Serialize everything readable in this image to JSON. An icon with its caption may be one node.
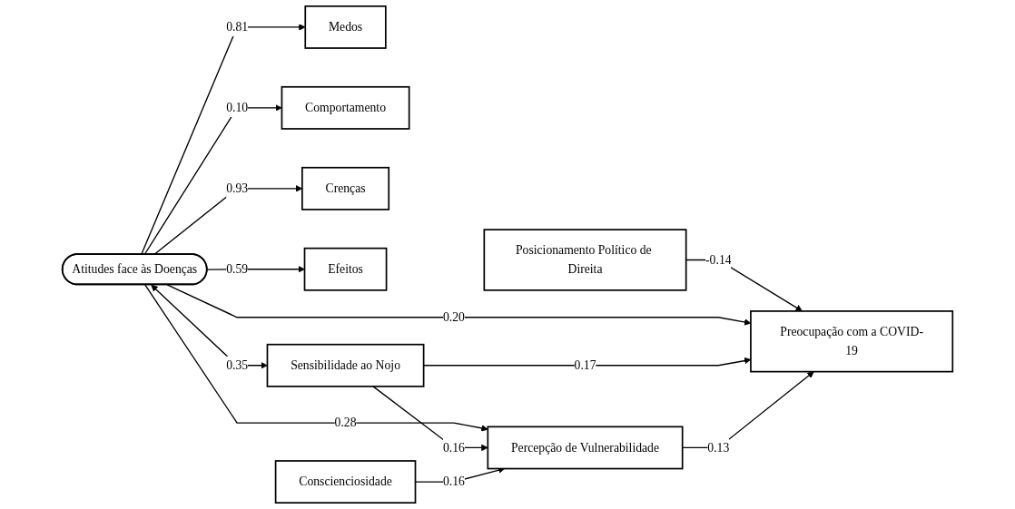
{
  "diagram": {
    "nodes": [
      {
        "text": [
          "Posicionamento Político de Direita"
        ]
      },
      {
        "text": [
          "Medos"
        ]
      },
      {
        "text": [
          "Preocupação com a COVID-19"
        ]
      },
      {
        "text": [
          "Comportamento"
        ]
      },
      {
        "text": [
          "Atitudes face às Doenças"
        ]
      },
      {
        "text": [
          "Crenças"
        ]
      },
      {
        "text": [
          "Efeitos"
        ]
      },
      {
        "text": [
          "Sensibilidade ao Nojo"
        ]
      },
      {
        "text": [
          "Percepção de Vulnerabilidade"
        ]
      },
      {
        "text": [
          "Conscienciosidade"
        ]
      }
    ],
    "edges": [
      {
        "from": 4,
        "to": 1,
        "arrow": "to",
        "label": "0.81"
      },
      {
        "from": 4,
        "to": 3,
        "arrow": "to",
        "label": "0.10"
      },
      {
        "from": 4,
        "to": 5,
        "arrow": "to",
        "label": "0.93"
      },
      {
        "from": 4,
        "to": 6,
        "arrow": "to",
        "label": "0.59"
      },
      {
        "from": 0,
        "to": 2,
        "arrow": "to",
        "label": "-0.14"
      },
      {
        "from": 4,
        "to": 2,
        "arrow": "to",
        "label": "0.20"
      },
      {
        "from": 4,
        "to": 8,
        "arrow": "to",
        "label": "0.28"
      },
      {
        "from": 4,
        "to": 7,
        "arrow": "both",
        "label": "0.35"
      },
      {
        "from": 7,
        "to": 2,
        "arrow": "to",
        "label": "0.17"
      },
      {
        "from": 7,
        "to": 8,
        "arrow": "to",
        "label": "0.16"
      },
      {
        "from": 9,
        "to": 8,
        "arrow": "to",
        "label": "0.16"
      },
      {
        "from": 8,
        "to": 2,
        "arrow": "to",
        "label": "0.13"
      }
    ]
  }
}
